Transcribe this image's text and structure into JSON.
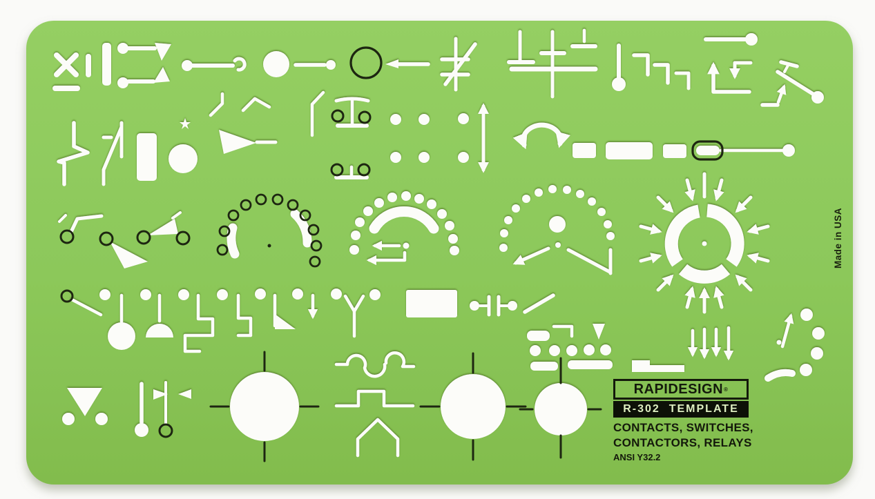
{
  "label": {
    "brand": "RAPIDESIGN",
    "registered_mark": "®",
    "model": "R-302  TEMPLATE",
    "line1": "CONTACTS, SWITCHES,",
    "line2": "CONTACTORS, RELAYS",
    "standard": "ANSI Y32.2"
  },
  "origin": "Made in USA",
  "colors": {
    "template_green": "#8dc95b",
    "cutout_white": "#fcfcf9",
    "engraving_black": "#1d2611",
    "label_black": "#0d1107",
    "background": "#fafaf8"
  },
  "symbols": [
    "x-mark",
    "bar-small",
    "bar-tall",
    "contact-make",
    "contact-break",
    "line-hook-contact",
    "hole-circle-large",
    "shielded-contact",
    "capacitor-slash",
    "capacitor-stack",
    "plunger-ball",
    "hook-contacts",
    "line-ball",
    "arrow-corner-up",
    "corner-arrow-down",
    "knife-switch",
    "breaker-zigzag",
    "breaker-n",
    "coil-bar",
    "pushbutton-star-circle",
    "wedge-flag",
    "bent-ticks",
    "bent-line",
    "knife-tee-upper",
    "knife-tee-lower",
    "dot-grid",
    "double-arrow",
    "rotation-arrow",
    "rect-contacts",
    "cartridge-line-ball",
    "lever-rings",
    "rotary-switch-engraved",
    "rotary-switch-solid",
    "rotary-switch-pivot",
    "selector-ring-arrows",
    "ring-line-lamp",
    "dots-row",
    "lamp-drop",
    "dome-drop",
    "zigzag-drop-double",
    "zigzag-drop-single",
    "flag-drop",
    "arrow-drop",
    "wye-drop",
    "relay-coil-rect",
    "capacitor-contacts",
    "slash-line",
    "bars-and-dots",
    "step-bar",
    "down-arrows",
    "diag-arrow-dot",
    "dots-arc",
    "arc-segment",
    "triangle-dots",
    "plunger-lines",
    "registration-circle-large",
    "interlock-loops",
    "pulse-wave",
    "tent-wave",
    "registration-circle-medium",
    "registration-circle-small"
  ]
}
